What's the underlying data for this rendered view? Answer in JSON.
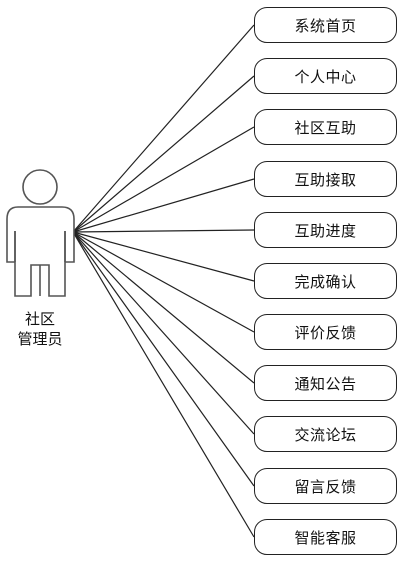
{
  "actor": {
    "line1": "社区",
    "line2": "管理员"
  },
  "use_cases": [
    "系统首页",
    "个人中心",
    "社区互助",
    "互助接取",
    "互助进度",
    "完成确认",
    "评价反馈",
    "通知公告",
    "交流论坛",
    "留言反馈",
    "智能客服"
  ]
}
